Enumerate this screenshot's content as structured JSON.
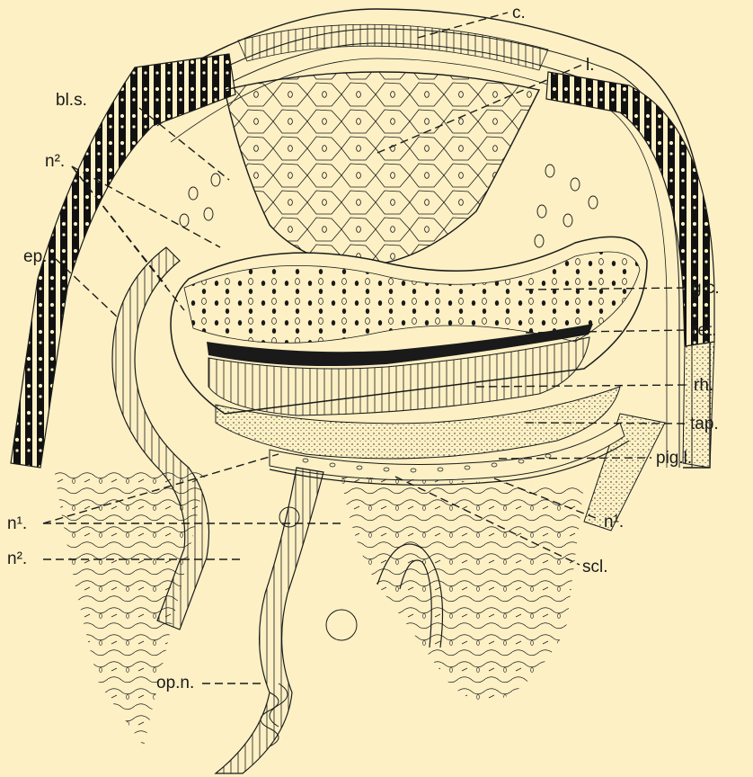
{
  "figure": {
    "labels": {
      "c": "c.",
      "l": "l.",
      "bl_s": "bl.s.",
      "n2_top": "n².",
      "ep": "ep.",
      "g_c": "g.c.",
      "ret": "ret.",
      "rh": "rh.",
      "tap": "tap.",
      "pig_l": "pig.l.",
      "n1_left": "n¹.",
      "n2_left": "n².",
      "n1_right": "n¹.",
      "scl": "scl.",
      "op_n": "op.n."
    },
    "colors": {
      "background": "#FCF0C4",
      "ink": "#1a1a1a"
    }
  }
}
